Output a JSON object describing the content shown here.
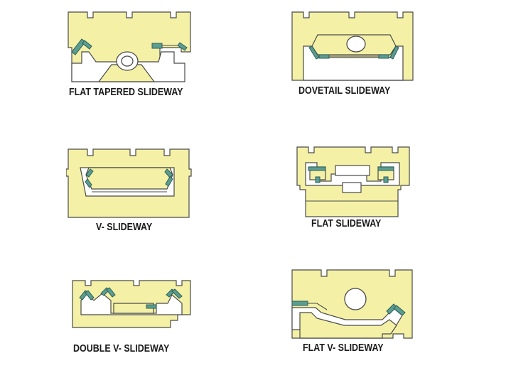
{
  "diagrams": [
    {
      "id": "flat-tapered",
      "caption": "FLAT TAPERED SLIDEWAY"
    },
    {
      "id": "dovetail",
      "caption": "DOVETAIL SLIDEWAY"
    },
    {
      "id": "v",
      "caption": "V- SLIDEWAY"
    },
    {
      "id": "flat",
      "caption": "FLAT SLIDEWAY"
    },
    {
      "id": "double-v",
      "caption": "DOUBLE V- SLIDEWAY"
    },
    {
      "id": "flat-v",
      "caption": "FLAT V- SLIDEWAY"
    }
  ],
  "colors": {
    "body": "#f4f1a6",
    "outline": "#4a4a4a",
    "gib_strip": "#5a9e92",
    "caption_text": "#1a1a1a"
  }
}
